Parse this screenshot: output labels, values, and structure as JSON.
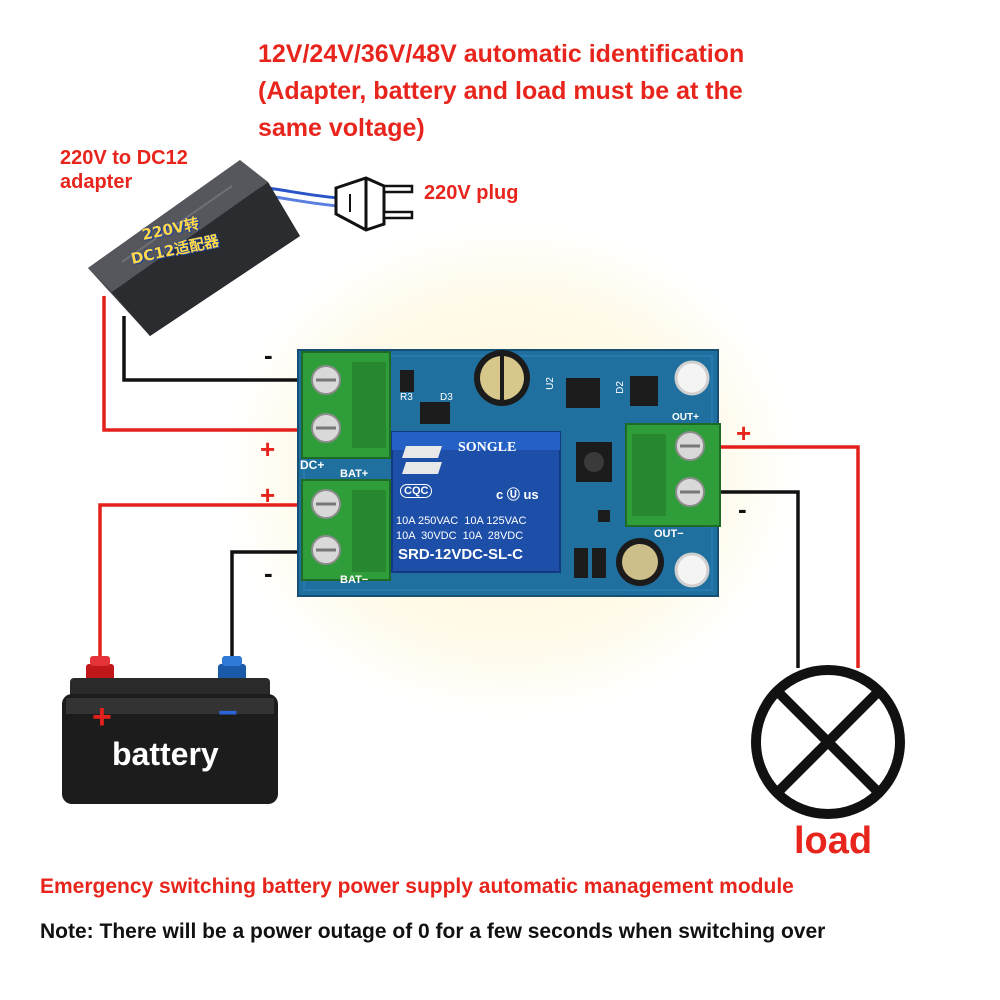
{
  "header": {
    "line1": "12V/24V/36V/48V automatic identification",
    "line2": "(Adapter, battery and load must be at the",
    "line3": "same voltage)"
  },
  "adapter": {
    "label_line1": "220V to DC12",
    "label_line2": "adapter",
    "print_line1": "220V转",
    "print_line2": "DC12适配器"
  },
  "plug": {
    "label": "220V plug"
  },
  "signs": {
    "plus": "+",
    "minus": "-"
  },
  "board": {
    "dc_plus": "DC+",
    "bat_plus": "BAT+",
    "bat_minus": "BAT−",
    "out_plus": "OUT+",
    "out_minus": "OUT−",
    "r3": "R3",
    "d3": "D3",
    "u2": "U2",
    "d2": "D2",
    "relay": {
      "brand": "SONGLE",
      "rating1": "10A 250VAC  10A 125VAC",
      "rating2": "10A  30VDC  10A  28VDC",
      "model": "SRD-12VDC-SL-C",
      "cert_left": "CQC",
      "cert_ul": "c Ⓤ us"
    }
  },
  "battery": {
    "label": "battery",
    "plus": "+",
    "minus": "−"
  },
  "load": {
    "label": "load"
  },
  "footer": {
    "title": "Emergency switching battery power supply automatic management module",
    "note": "Note: There will be a power outage of 0 for a few seconds when switching over"
  },
  "colors": {
    "red_text": "#e8251c",
    "wire_red": "#e3201b",
    "wire_black": "#111111",
    "pcb_blue": "#1f6f9f",
    "relay_blue": "#1d4fa8",
    "terminal_green": "#2f9e3a"
  }
}
